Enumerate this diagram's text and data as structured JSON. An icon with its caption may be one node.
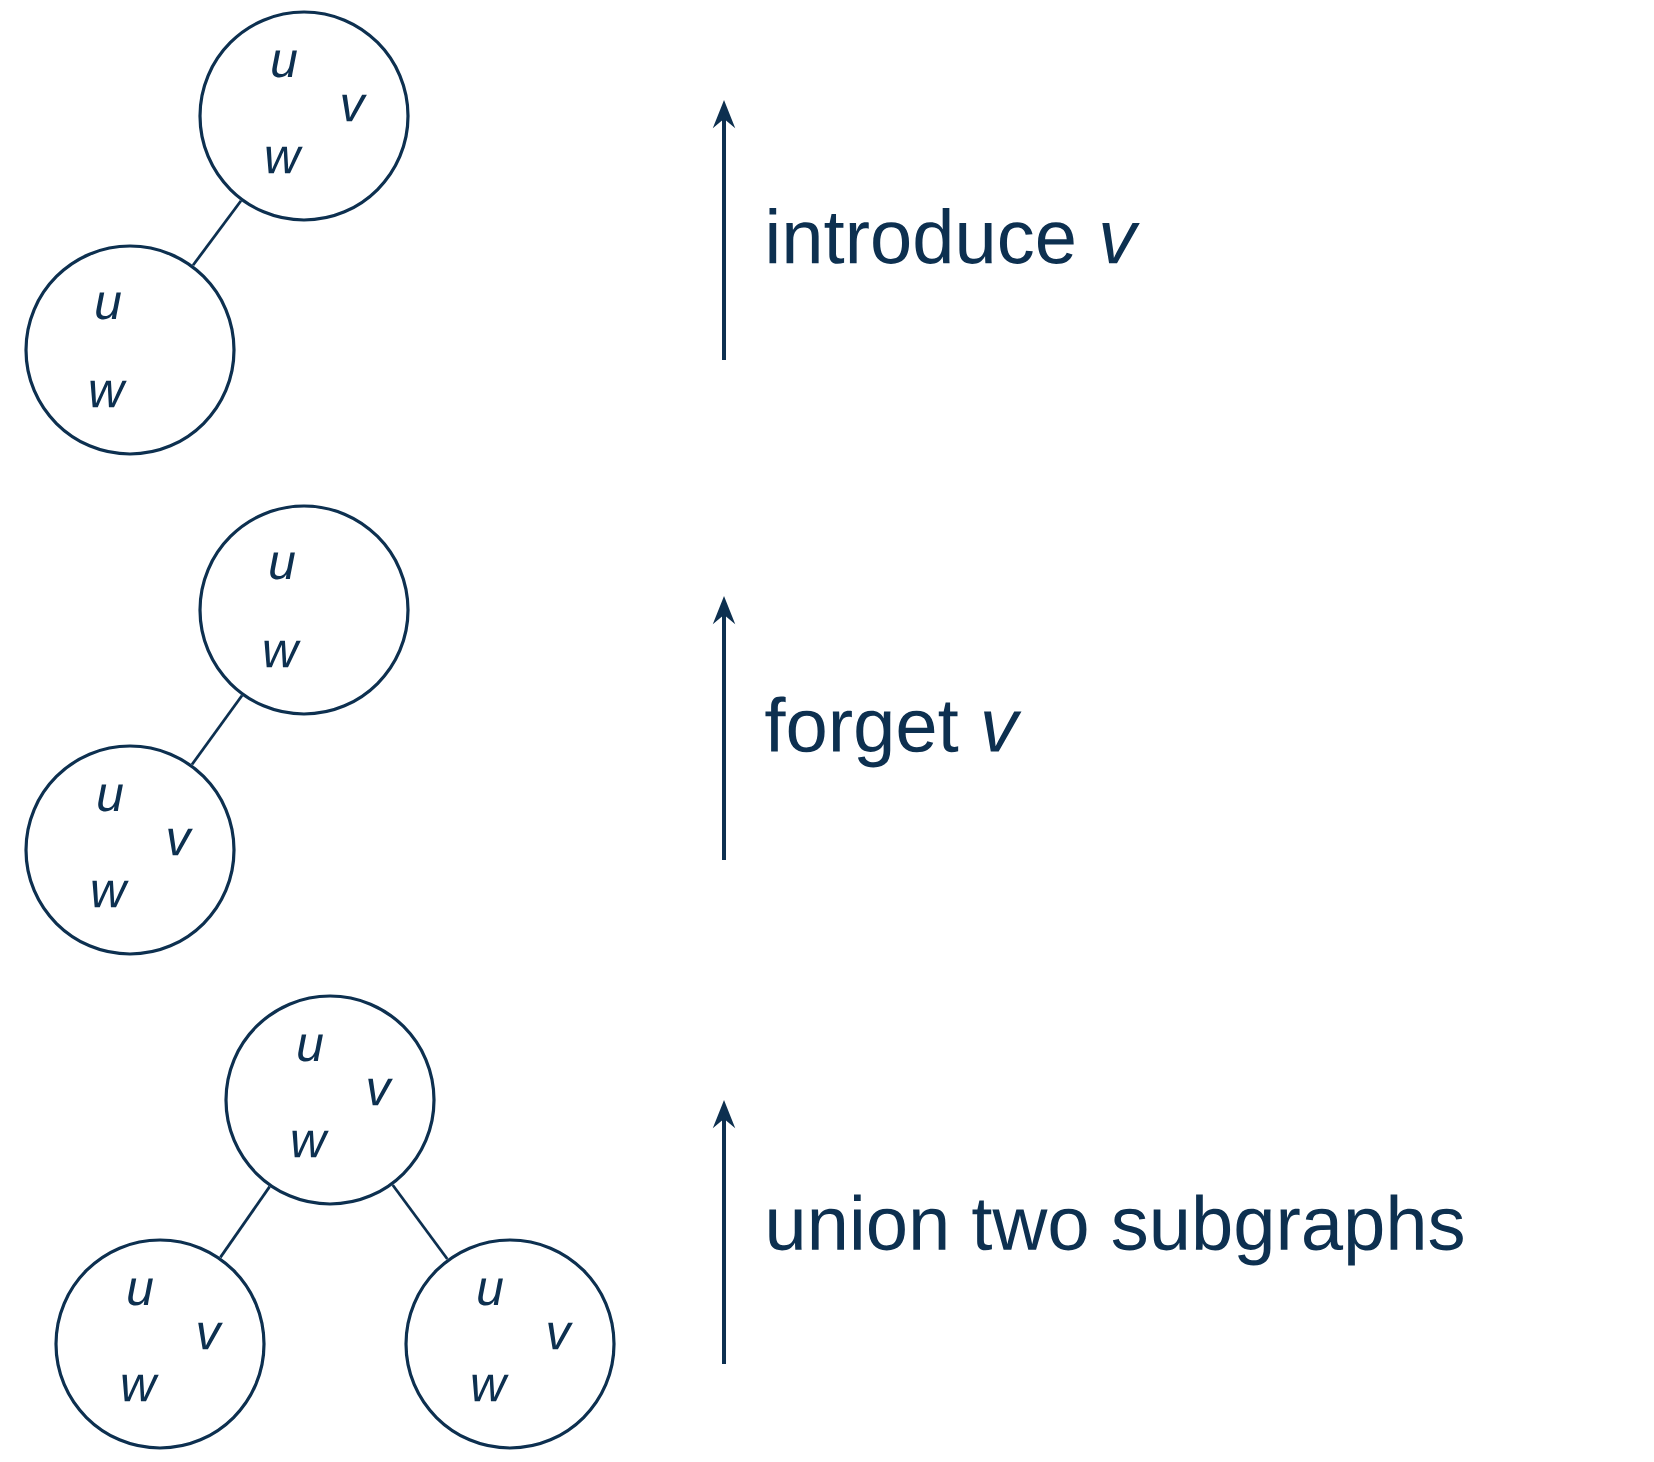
{
  "diagram": {
    "nodes": [
      {
        "text": [
          "u",
          "v",
          "w"
        ]
      },
      {
        "text": [
          "u",
          "w"
        ]
      },
      {
        "text": [
          "u",
          "w"
        ]
      },
      {
        "text": [
          "u",
          "v",
          "w"
        ]
      },
      {
        "text": [
          "u",
          "v",
          "w"
        ]
      },
      {
        "text": [
          "u",
          "v",
          "w"
        ]
      },
      {
        "text": [
          "u",
          "v",
          "w"
        ]
      }
    ],
    "edges": [
      {
        "from": 0,
        "to": 1,
        "arrow": "none"
      },
      {
        "from": 2,
        "to": 3,
        "arrow": "none"
      },
      {
        "from": 4,
        "to": 5,
        "arrow": "none"
      },
      {
        "from": 4,
        "to": 6,
        "arrow": "none"
      }
    ],
    "labels": [
      "introduce *v*",
      "forget *v*",
      "union two subgraphs"
    ]
  }
}
